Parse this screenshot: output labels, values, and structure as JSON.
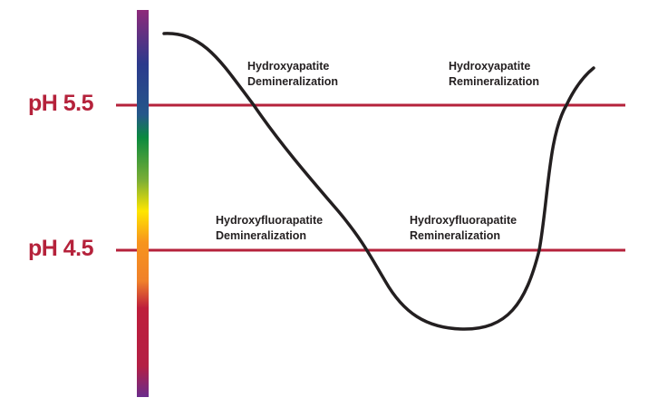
{
  "levels": {
    "high": {
      "label": "pH 5.5"
    },
    "low": {
      "label": "pH 4.5"
    }
  },
  "labels": {
    "ha_demin": {
      "line1": "Hydroxyapatite",
      "line2": "Demineralization"
    },
    "ha_remin": {
      "line1": "Hydroxyapatite",
      "line2": "Remineralization"
    },
    "hfa_demin": {
      "line1": "Hydroxyfluorapatite",
      "line2": "Demineralization"
    },
    "hfa_remin": {
      "line1": "Hydroxyfluorapatite",
      "line2": "Remineralization"
    }
  },
  "colors": {
    "threshold": "#b5223b",
    "curve": "#231f20",
    "scale": [
      "#8e2a7a",
      "#2b3a8c",
      "#25578a",
      "#0b8a3f",
      "#7bae35",
      "#ffe600",
      "#f7941d",
      "#f0812a",
      "#be1e3c",
      "#b41f45",
      "#6a2c8c"
    ]
  }
}
